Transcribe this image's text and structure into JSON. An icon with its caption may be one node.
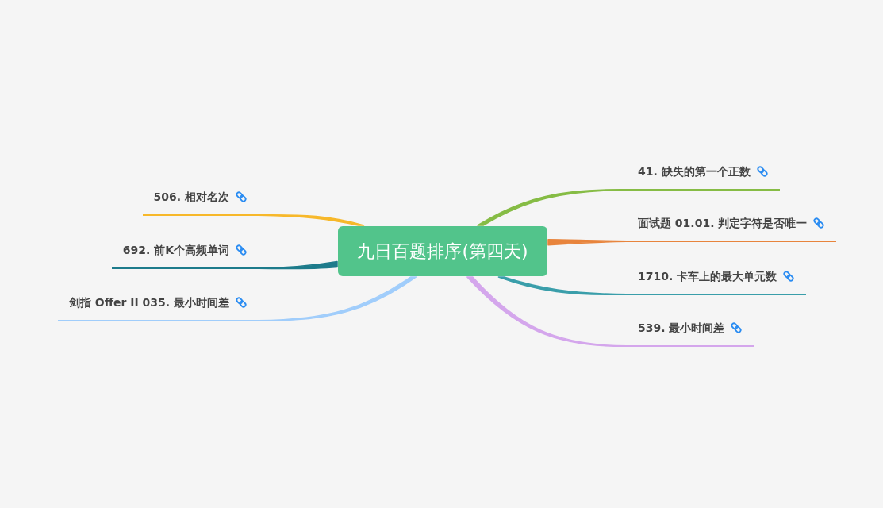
{
  "diagram": {
    "nodes": [
      {
        "text": [
          "九日百题排序(第四天)"
        ]
      },
      {
        "text": [
          "41. 缺失的第一个正数"
        ]
      },
      {
        "text": [
          "面试题 01.01. 判定字符是否唯一"
        ]
      },
      {
        "text": [
          "1710. 卡车上的最大单元数"
        ]
      },
      {
        "text": [
          "539. 最小时间差"
        ]
      },
      {
        "text": [
          "506. 相对名次"
        ]
      },
      {
        "text": [
          "692. 前K个高频单词"
        ]
      },
      {
        "text": [
          "剑指 Offer II 035. 最小时间差"
        ]
      }
    ],
    "edges": [
      {
        "from": 0,
        "to": 1,
        "arrow": "none",
        "color": "#86bc45"
      },
      {
        "from": 0,
        "to": 2,
        "arrow": "none",
        "color": "#e8843c"
      },
      {
        "from": 0,
        "to": 3,
        "arrow": "none",
        "color": "#3a9eaa"
      },
      {
        "from": 0,
        "to": 4,
        "arrow": "none",
        "color": "#d4a6ec"
      },
      {
        "from": 0,
        "to": 5,
        "arrow": "none",
        "color": "#f7b82a"
      },
      {
        "from": 0,
        "to": 6,
        "arrow": "none",
        "color": "#1d7b8b"
      },
      {
        "from": 0,
        "to": 7,
        "arrow": "none",
        "color": "#a0cdfb"
      }
    ]
  }
}
